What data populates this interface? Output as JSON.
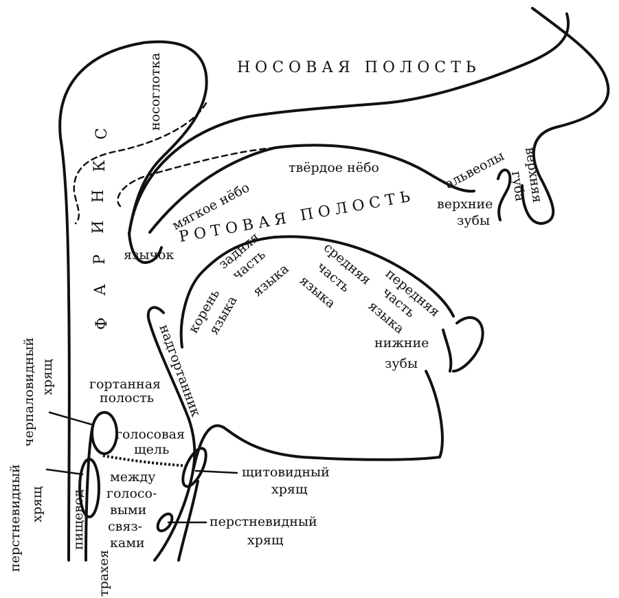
{
  "regions": {
    "nasal_cavity": "НОСОВАЯ ПОЛОСТЬ",
    "oral_cavity": "РОТОВАЯ ПОЛОСТЬ",
    "pharynx_letters": [
      "Ф",
      "А",
      "Р",
      "И",
      "Н",
      "К",
      "С"
    ]
  },
  "labels": {
    "nasopharynx": "носоглотка",
    "hard_palate": "твёрдое нёбо",
    "soft_palate": "мягкое нёбо",
    "alveoli": "альвеолы",
    "upper_lip_1": "верхняя",
    "upper_lip_2": "губа",
    "upper_teeth_1": "верхние",
    "upper_teeth_2": "зубы",
    "uvula": "язычок",
    "back_tongue_1": "задняя",
    "back_tongue_2": "часть",
    "back_tongue_3": "языка",
    "mid_tongue_1": "средняя",
    "mid_tongue_2": "часть",
    "mid_tongue_3": "языка",
    "front_tongue_1": "передняя",
    "front_tongue_2": "часть",
    "front_tongue_3": "языка",
    "tongue_root_1": "корень",
    "tongue_root_2": "языка",
    "epiglottis": "надгортанник",
    "lower_teeth_1": "нижние",
    "lower_teeth_2": "зубы",
    "arytenoid_1": "черпаловидный",
    "arytenoid_2": "хрящ",
    "laryngeal_cavity_1": "гортанная",
    "laryngeal_cavity_2": "полость",
    "glottis_1": "голосовая",
    "glottis_2": "щель",
    "between_folds_1": "между",
    "between_folds_2": "голосо-",
    "between_folds_3": "выми",
    "between_folds_4": "связ-",
    "between_folds_5": "ками",
    "cricoid_left_1": "перстневидный",
    "cricoid_left_2": "хрящ",
    "esophagus": "пищевод",
    "trachea": "трахея",
    "thyroid_1": "щитовидный",
    "thyroid_2": "хрящ",
    "cricoid_right_1": "перстневидный",
    "cricoid_right_2": "хрящ"
  }
}
